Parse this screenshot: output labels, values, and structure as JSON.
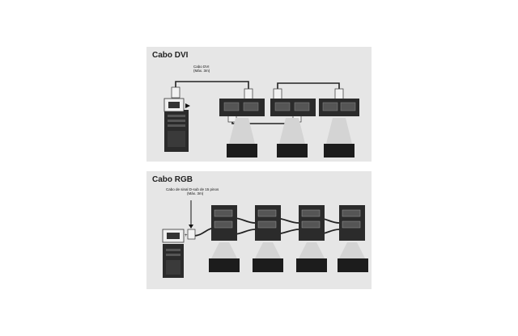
{
  "dvi": {
    "title": "Cabo DVI",
    "cable_label_line1": "Cabo DVI",
    "cable_label_line2": "(Máx. 3m)"
  },
  "rgb": {
    "title": "Cabo RGB",
    "cable_label_line1": "Cabo de sinal D-sub de 15 pinos",
    "cable_label_line2": "(Máx. 3m)"
  },
  "colors": {
    "panel_bg": "#e6e6e6",
    "device_dark": "#2b2b2b",
    "screen_dark": "#1c1c1c",
    "connector_light": "#f2f2f2"
  }
}
